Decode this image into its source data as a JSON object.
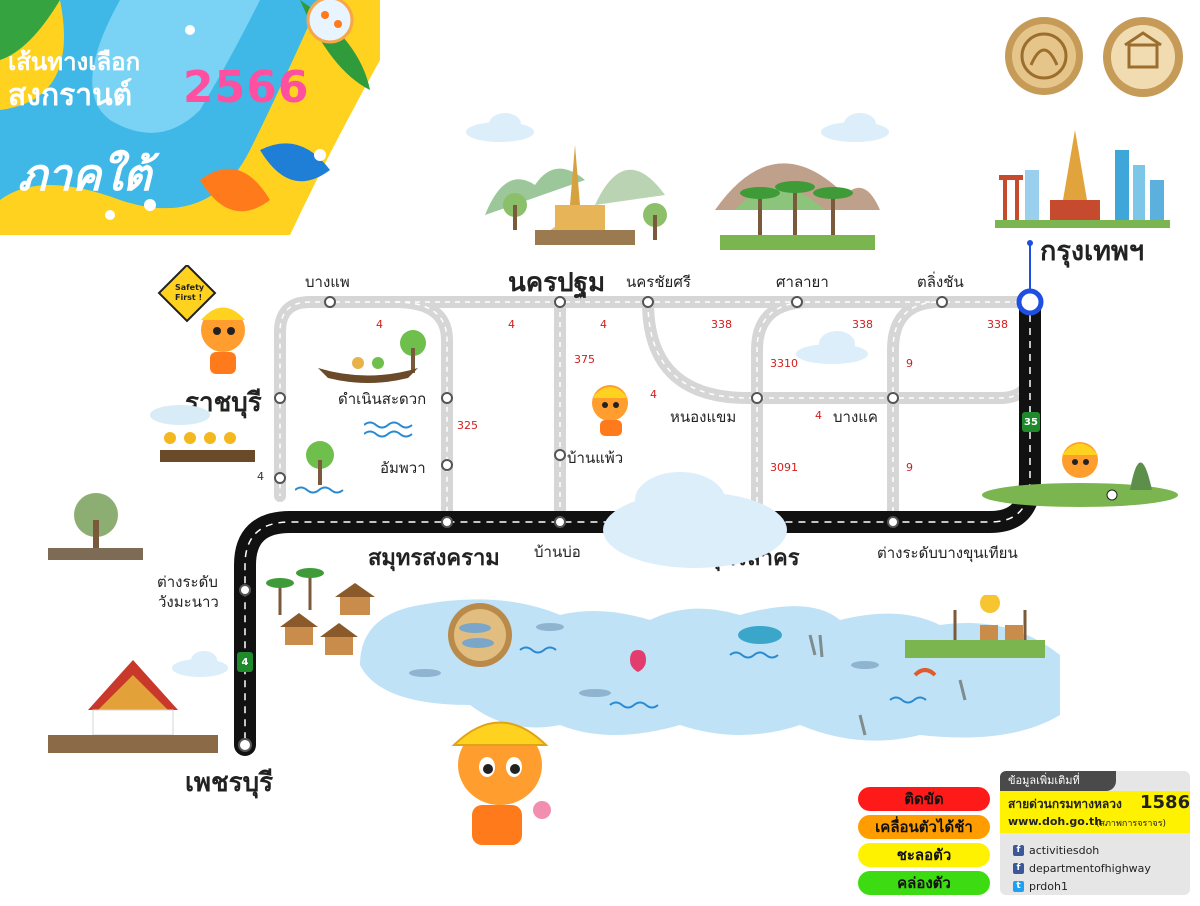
{
  "header": {
    "line1": "เส้นทางเลือก",
    "line2": "สงกรานต์",
    "year": "2566",
    "region": "ภาคใต้"
  },
  "places": {
    "bangkok": "กรุงเทพฯ",
    "nakhon_pathom": "นครปฐม",
    "ratchaburi": "ราชบุรี",
    "phetchaburi": "เพชรบุรี",
    "samut_songkhram": "สมุทรสงคราม",
    "samut_sakhon": "สมุทรสาคร",
    "bang_phae": "บางแพ",
    "nakhon_chai_si": "นครชัยศรี",
    "sala_ya": "ศาลายา",
    "taling_chan": "ตลิ่งชัน",
    "damnoen_saduak": "ดำเนินสะดวก",
    "amphawa": "อัมพวา",
    "ban_phaeo": "บ้านแพ้ว",
    "ban_bo": "บ้านบ่อ",
    "nong_khaem": "หนองแขม",
    "bang_khae": "บางแค",
    "interchange_bang_khun_thian": "ต่างระดับบางขุนเทียน",
    "interchange_wang_manao_1": "ต่างระดับ",
    "interchange_wang_manao_2": "วังมะนาว"
  },
  "roads": {
    "r4_a": "4",
    "r4_b": "4",
    "r4_c": "4",
    "r4_d": "4",
    "r4_e": "4",
    "r338_a": "338",
    "r338_b": "338",
    "r338_c": "338",
    "r375": "375",
    "r325": "325",
    "r3310": "3310",
    "r3091": "3091",
    "r9_a": "9",
    "r9_b": "9",
    "r4_black": "4"
  },
  "shields": {
    "hw35_a": "35",
    "hw35_b": "35",
    "hw4": "4"
  },
  "mascot_sign": {
    "line1": "Safety",
    "line2": "First !"
  },
  "legend": [
    {
      "label": "ติดขัด",
      "color": "#ff1a1a"
    },
    {
      "label": "เคลื่อนตัวได้ช้า",
      "color": "#ff9d00"
    },
    {
      "label": "ชะลอตัว",
      "color": "#fff200"
    },
    {
      "label": "คล่องตัว",
      "color": "#3ddc12"
    }
  ],
  "info": {
    "heading": "ข้อมูลเพิ่มเติมที่",
    "hotline_label": "สายด่วนกรมทางหลวง",
    "hotline_number": "1586",
    "website": "www.doh.go.th",
    "website_note": "(สภาพการจราจร)",
    "social": [
      {
        "icon": "facebook-icon",
        "handle": "activitiesdoh"
      },
      {
        "icon": "facebook-icon",
        "handle": "departmentofhighway"
      },
      {
        "icon": "twitter-icon",
        "handle": "prdoh1"
      }
    ]
  },
  "colors": {
    "main_road": "#111111",
    "secondary_road": "#d6d6d6",
    "bangkok_marker": "#1f4fe0",
    "road_number": "#d41c1c",
    "shield_green": "#1e8a2c",
    "water": "#bfe2f7"
  }
}
